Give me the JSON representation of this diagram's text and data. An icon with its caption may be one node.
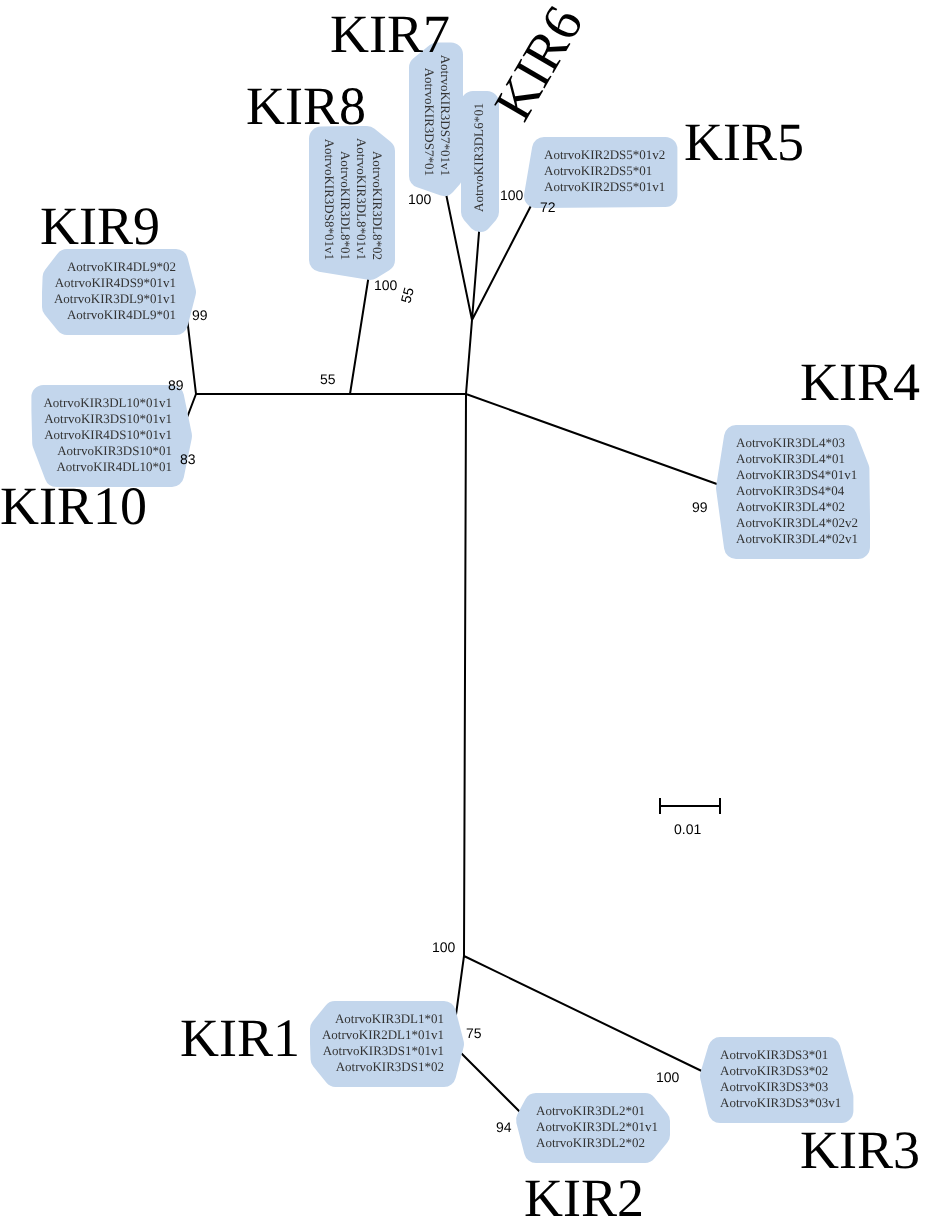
{
  "diagram": {
    "nodes": [
      {
        "text": [
          "KIR7",
          "AotrvoKIR3DS7*01",
          "AotrvoKIR3DS7*01v1"
        ]
      },
      {
        "text": [
          "KIR6",
          "AotrvoKIR3DL6*01"
        ]
      },
      {
        "text": [
          "KIR8",
          "AotrvoKIR3DS8*01v1",
          "AotrvoKIR3DL8*01",
          "AotrvoKIR3DL8*01v1",
          "AotrvoKIR3DL8*02"
        ]
      },
      {
        "text": [
          "KIR5",
          "AotrvoKIR2DS5*01v2",
          "AotrvoKIR2DS5*01",
          "AotrvoKIR2DS5*01v1"
        ]
      },
      {
        "text": [
          "KIR9",
          "AotrvoKIR4DL9*02",
          "AotrvoKIR4DS9*01v1",
          "AotrvoKIR3DL9*01v1",
          "AotrvoKIR4DL9*01"
        ]
      },
      {
        "text": [
          "KIR10",
          "AotrvoKIR3DL10*01v1",
          "AotrvoKIR3DS10*01v1",
          "AotrvoKIR4DS10*01v1",
          "AotrvoKIR3DS10*01",
          "AotrvoKIR4DL10*01"
        ]
      },
      {
        "text": [
          "KIR4",
          "AotrvoKIR3DL4*03",
          "AotrvoKIR3DL4*01",
          "AotrvoKIR3DS4*01v1",
          "AotrvoKIR3DS4*04",
          "AotrvoKIR3DL4*02",
          "AotrvoKIR3DL4*02v2",
          "AotrvoKIR3DL4*02v1"
        ]
      },
      {
        "text": [
          "KIR3",
          "AotrvoKIR3DS3*01",
          "AotrvoKIR3DS3*02",
          "AotrvoKIR3DS3*03",
          "AotrvoKIR3DS3*03v1"
        ]
      },
      {
        "text": [
          "KIR1",
          "AotrvoKIR3DL1*01",
          "AotrvoKIR2DL1*01v1",
          "AotrvoKIR3DS1*01v1",
          "AotrvoKIR3DS1*02"
        ]
      },
      {
        "text": [
          "KIR2",
          "AotrvoKIR3DL2*01",
          "AotrvoKIR3DL2*01v1",
          "AotrvoKIR3DL2*02"
        ]
      }
    ],
    "labels": [
      "100",
      "100",
      "100",
      "72",
      "99",
      "55",
      "89",
      "55",
      "83",
      "99",
      "0.01",
      "100",
      "75",
      "100",
      "94"
    ]
  }
}
